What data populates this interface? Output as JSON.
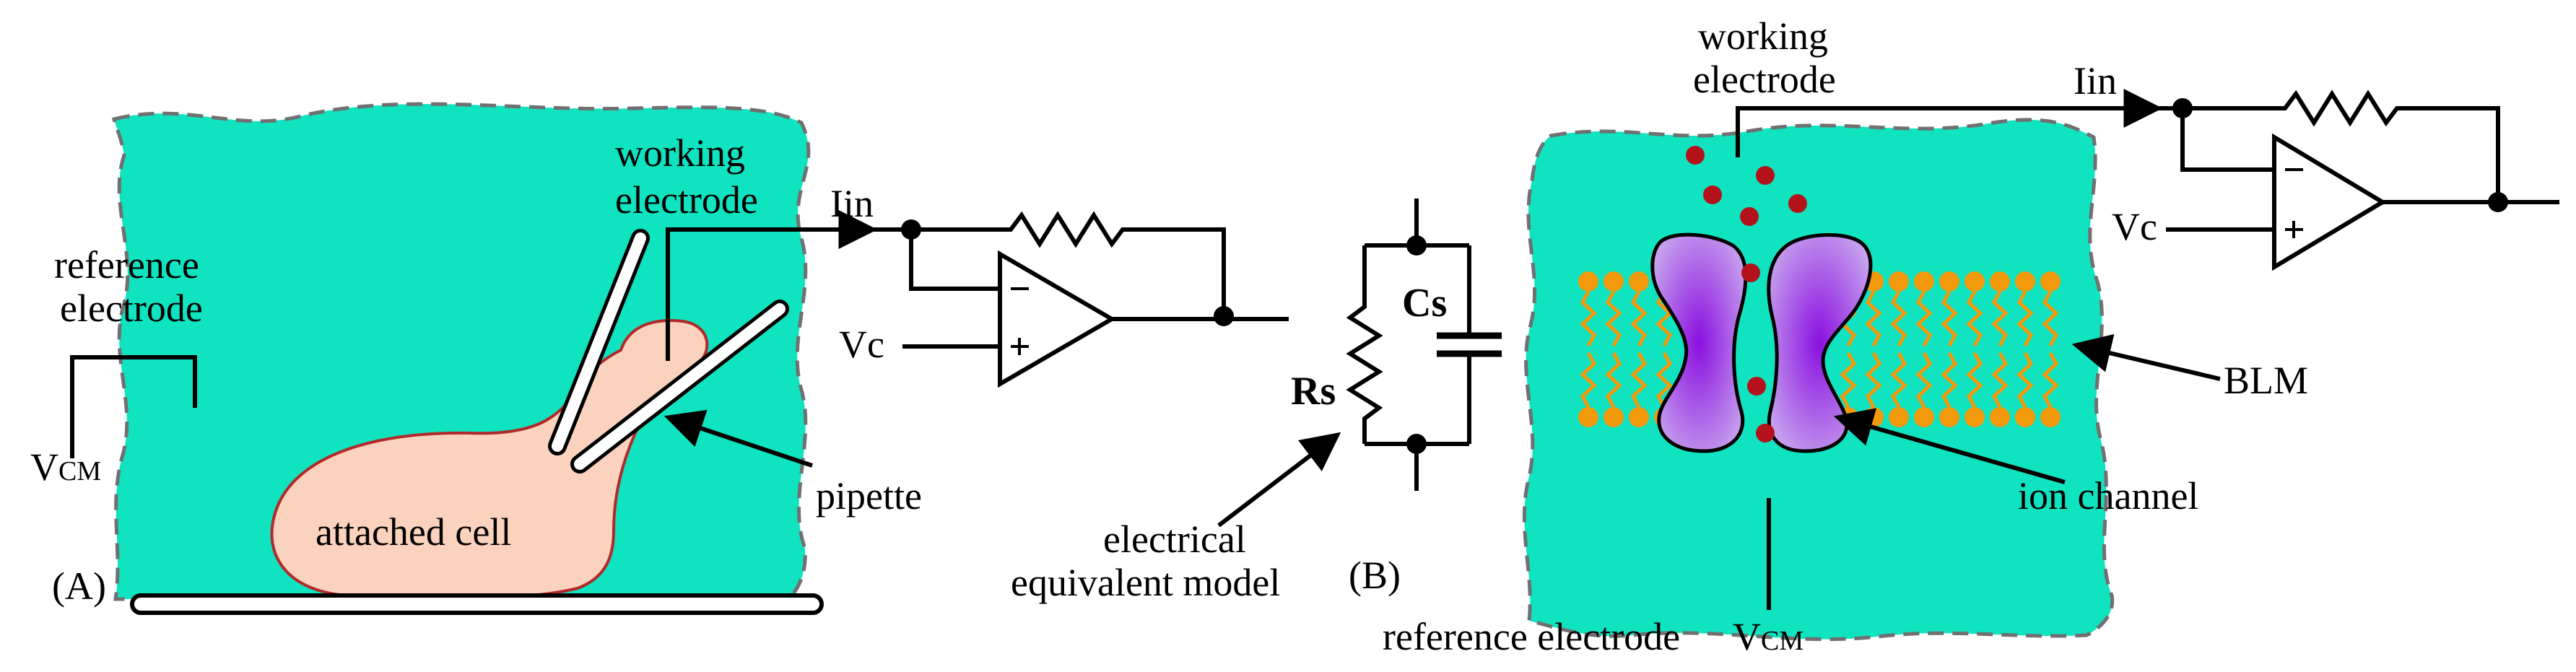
{
  "panels": {
    "a": {
      "tag": "(A)",
      "reference_electrode": [
        "reference",
        "electrode"
      ],
      "working_electrode": [
        "working",
        "electrode"
      ],
      "iin": "Iin",
      "vc": "Vc",
      "vcm": {
        "main": "V",
        "sub": "CM"
      },
      "pipette": "pipette",
      "attached_cell": "attached cell"
    },
    "b": {
      "tag": "(B)",
      "cs": "Cs",
      "rs": "Rs",
      "electrical_model": [
        "electrical",
        "equivalent model"
      ],
      "working_electrode": [
        "working",
        "electrode"
      ],
      "iin": "Iin",
      "vc": "Vc",
      "blm": "BLM",
      "ion_channel": "ion channel",
      "reference_electrode": "reference electrode",
      "vcm": {
        "main": "V",
        "sub": "CM"
      }
    }
  },
  "colors": {
    "bath": "#0fe3c0",
    "cell_fill": "#fbd2bd",
    "cell_stroke": "#b02a2a",
    "lipid": "#f39a0c",
    "channel": "#8a2ad4",
    "ion": "#b3121a"
  }
}
